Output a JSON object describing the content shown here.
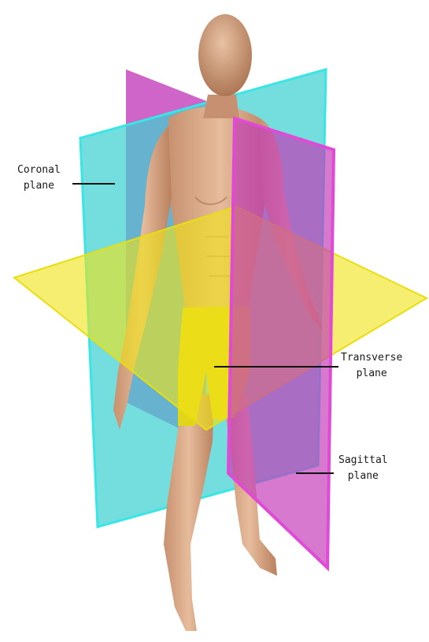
{
  "labels": {
    "coronal": {
      "line1": "Coronal",
      "line2": "plane"
    },
    "transverse": {
      "line1": "Transverse",
      "line2": "plane"
    },
    "sagittal": {
      "line1": "Sagittal",
      "line2": "plane"
    }
  },
  "colors": {
    "coronal_plane": "#3fd0d0",
    "sagittal_plane": "#c23ab8",
    "transverse_plane": "#f0e418",
    "skin": "#d9ab8a",
    "shorts": "#e2d61a",
    "leader_line": "#111111"
  }
}
